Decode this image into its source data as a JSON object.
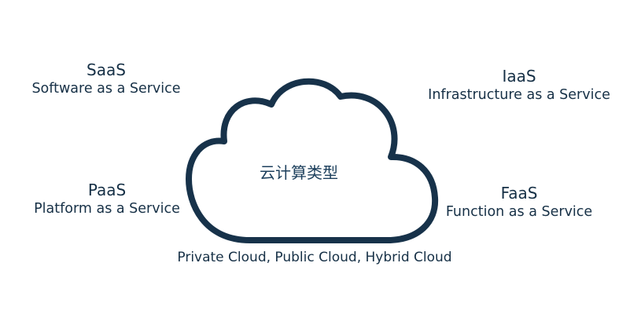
{
  "cloud": {
    "title": "云计算类型",
    "stroke_color": "#17324a"
  },
  "services": {
    "saas": {
      "abbr": "SaaS",
      "full": "Software as a Service"
    },
    "iaas": {
      "abbr": "IaaS",
      "full": "Infrastructure as a Service"
    },
    "paas": {
      "abbr": "PaaS",
      "full": "Platform as a Service"
    },
    "faas": {
      "abbr": "FaaS",
      "full": "Function as a Service"
    }
  },
  "deployment_models": "Private Cloud, Public Cloud, Hybrid Cloud",
  "colors": {
    "text": "#163046",
    "background": "#ffffff"
  }
}
